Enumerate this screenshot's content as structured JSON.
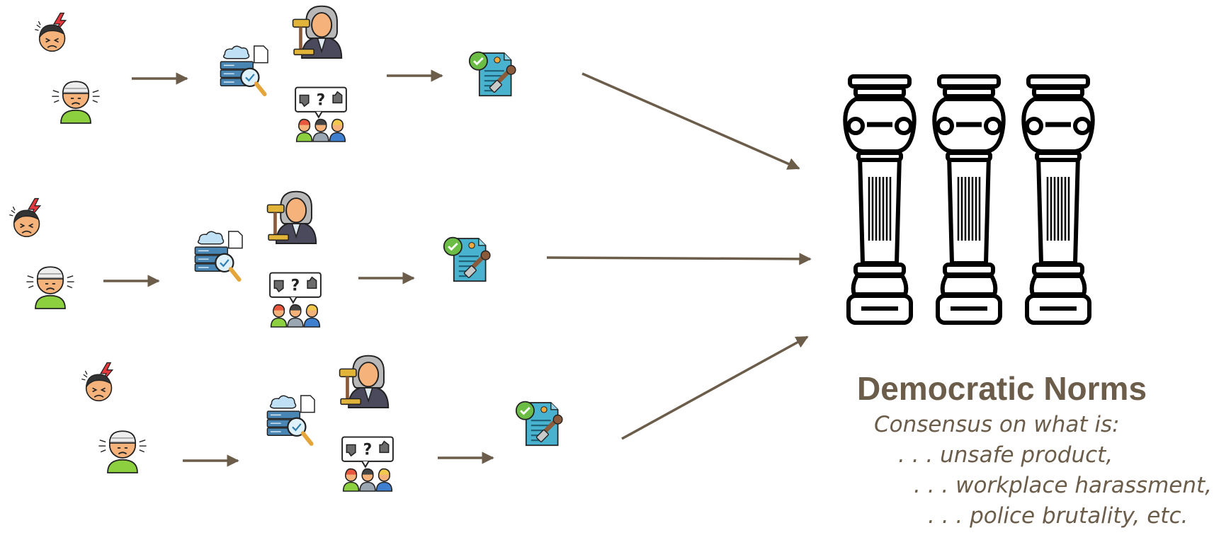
{
  "diagram": {
    "flows": [
      {
        "stages": [
          "stressed-person-icon",
          "injured-person-icon",
          "data-review-icon",
          "judge-icon",
          "public-opinion-icon",
          "approved-document-icon"
        ]
      },
      {
        "stages": [
          "stressed-person-icon",
          "injured-person-icon",
          "data-review-icon",
          "judge-icon",
          "public-opinion-icon",
          "approved-document-icon"
        ]
      },
      {
        "stages": [
          "stressed-person-icon",
          "injured-person-icon",
          "data-review-icon",
          "judge-icon",
          "public-opinion-icon",
          "approved-document-icon"
        ]
      }
    ],
    "outcome_icon": "columns-icon",
    "outcome": {
      "title": "Democratic Norms",
      "lines": [
        "Consensus on what is:",
        ". . . unsafe product,",
        ". . . workplace harassment,",
        ". . . police brutality, etc."
      ]
    },
    "colors": {
      "arrow": "#6b5d4a",
      "text": "#6b5d4a",
      "pillar": "#000000",
      "skin": "#f5b27a",
      "shirt": "#8ccf3f",
      "document": "#49b3cf",
      "stamp": "#8a5a3b",
      "check": "#6cbd45",
      "robe": "#4a4a5c",
      "lightning": "#e8383d"
    }
  }
}
